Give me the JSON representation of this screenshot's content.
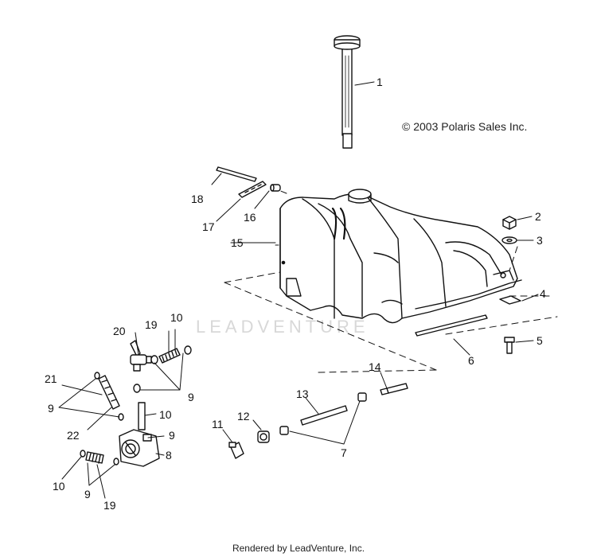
{
  "copyright": "© 2003 Polaris Sales Inc.",
  "footer": "Rendered by LeadVenture, Inc.",
  "watermark": "LEADVENTURE",
  "callouts": [
    "1",
    "2",
    "3",
    "4",
    "5",
    "6",
    "7",
    "8",
    "9",
    "10",
    "11",
    "12",
    "13",
    "14",
    "15",
    "16",
    "17",
    "18",
    "19",
    "20",
    "21",
    "22"
  ],
  "labels": {
    "l1": "1",
    "l2": "2",
    "l3": "3",
    "l4": "4",
    "l5": "5",
    "l6": "6",
    "l7": "7",
    "l8": "8",
    "l9a": "9",
    "l9b": "9",
    "l9c": "9",
    "l9d": "9",
    "l10a": "10",
    "l10b": "10",
    "l10c": "10",
    "l11": "11",
    "l12": "12",
    "l13": "13",
    "l14": "14",
    "l15": "15",
    "l16": "16",
    "l17": "17",
    "l18": "18",
    "l19a": "19",
    "l19b": "19",
    "l20": "20",
    "l21": "21",
    "l22": "22"
  }
}
